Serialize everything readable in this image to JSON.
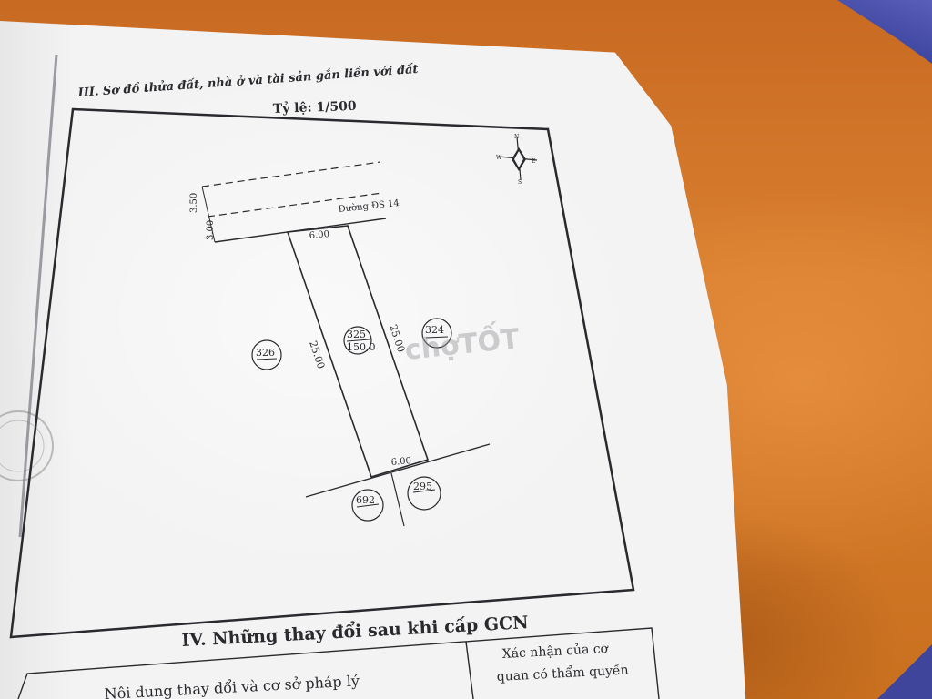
{
  "document": {
    "section_iii_title": "III. Sơ đồ thửa đất, nhà ở và tài sản gắn liền với đất",
    "scale": "Tỷ lệ: 1/500",
    "road_name": "Đường ĐS 14",
    "road_width_outer": "3.50",
    "road_width_inner": "3.00",
    "compass_labels": {
      "north": "N",
      "east": "E",
      "south": "S",
      "west": "W"
    },
    "parcel": {
      "number": "325",
      "area": "150,0",
      "front_width": "6.00",
      "back_width": "6.00",
      "left_length": "25.00",
      "right_length": "25.00"
    },
    "neighbors": {
      "left": "326",
      "right": "324",
      "bottom_left": "692",
      "bottom_right": "295"
    },
    "watermark": "chợTỐT",
    "section_iv_title": "IV. Những thay đổi sau khi cấp GCN",
    "table_headers": {
      "content": "Nội dung thay đổi và cơ sở pháp lý",
      "confirm_line1": "Xác nhận của cơ",
      "confirm_line2": "quan có thẩm quyền"
    }
  }
}
